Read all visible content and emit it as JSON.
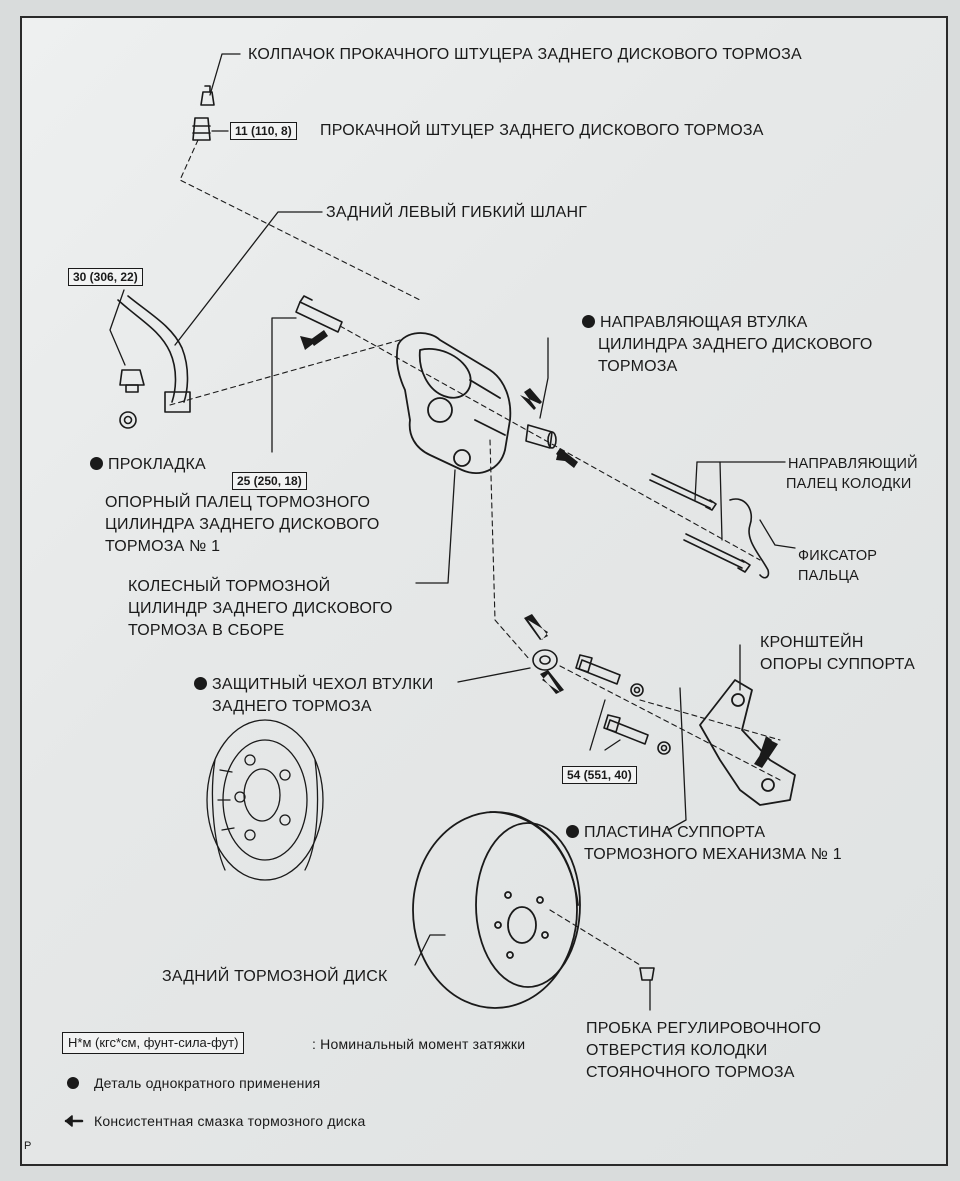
{
  "labels": {
    "bleeder_cap": "КОЛПАЧОК ПРОКАЧНОГО ШТУЦЕРА ЗАДНЕГО ДИСКОВОГО ТОРМОЗА",
    "bleeder_plug": "ПРОКАЧНОЙ ШТУЦЕР ЗАДНЕГО ДИСКОВОГО ТОРМОЗА",
    "flex_hose": "ЗАДНИЙ ЛЕВЫЙ ГИБКИЙ ШЛАНГ",
    "guide_bushing_1": "НАПРАВЛЯЮЩАЯ ВТУЛКА",
    "guide_bushing_2": "ЦИЛИНДРА ЗАДНЕГО ДИСКОВОГО",
    "guide_bushing_3": "ТОРМОЗА",
    "gasket": "ПРОКЛАДКА",
    "slide_pin_1": "ОПОРНЫЙ ПАЛЕЦ ТОРМОЗНОГО",
    "slide_pin_2": "ЦИЛИНДРА ЗАДНЕГО ДИСКОВОГО",
    "slide_pin_3": "ТОРМОЗА № 1",
    "pad_pin_1": "НАПРАВЛЯЮЩИЙ",
    "pad_pin_2": "ПАЛЕЦ КОЛОДКИ",
    "pin_clip_1": "ФИКСАТОР",
    "pin_clip_2": "ПАЛЬЦА",
    "cylinder_1": "КОЛЕСНЫЙ ТОРМОЗНОЙ",
    "cylinder_2": "ЦИЛИНДР ЗАДНЕГО ДИСКОВОГО",
    "cylinder_3": "ТОРМОЗА В СБОРЕ",
    "mount_1": "КРОНШТЕЙН",
    "mount_2": "ОПОРЫ СУППОРТА",
    "boot_1": "ЗАЩИТНЫЙ ЧЕХОЛ ВТУЛКИ",
    "boot_2": "ЗАДНЕГО ТОРМОЗА",
    "plate_1": "ПЛАСТИНА СУППОРТА",
    "plate_2": "ТОРМОЗНОГО МЕХАНИЗМА № 1",
    "disc": "ЗАДНИЙ ТОРМОЗНОЙ ДИСК",
    "hole_plug_1": "ПРОБКА РЕГУЛИРОВОЧНОГО",
    "hole_plug_2": "ОТВЕРСТИЯ КОЛОДКИ",
    "hole_plug_3": "СТОЯНОЧНОГО ТОРМОЗА"
  },
  "torques": {
    "bleeder": "11 (110, 8)",
    "hose_bolt": "30 (306, 22)",
    "slide_pin": "25 (250, 18)",
    "mount_bolts": "54 (551, 40)"
  },
  "legend": {
    "unit_box": "Н*м (кгс*см, фунт-сила-фут)",
    "unit_text": ": Номинальный момент затяжки",
    "single_use": "Деталь однократного применения",
    "grease": "Консистентная смазка тормозного диска"
  },
  "corner_mark": "P",
  "colors": {
    "ink": "#1a1a1a",
    "paper": "#e8eaea"
  }
}
